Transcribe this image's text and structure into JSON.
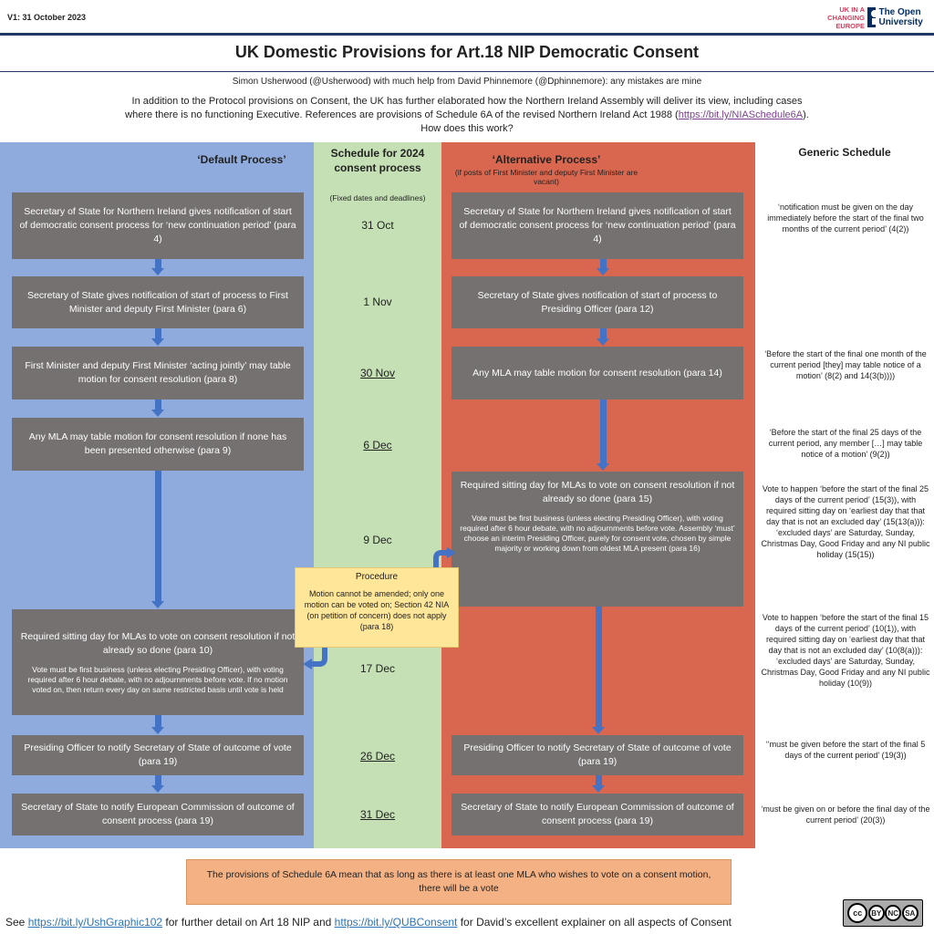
{
  "version": "V1: 31 October 2023",
  "logos": {
    "ukice": "UK IN A CHANGING EUROPE",
    "ou": "The Open University"
  },
  "title": "UK Domestic Provisions for Art.18 NIP Democratic Consent",
  "author": "Simon Usherwood (@Usherwood) with much help from David Phinnemore (@Dphinnemore):  any mistakes are mine",
  "intro": {
    "line1": "In addition to the Protocol provisions on Consent, the UK has further elaborated how the Northern Ireland Assembly will deliver its view, including cases",
    "line2a": "where there is no functioning Executive. References  are provisions of Schedule 6A of the revised Northern Ireland Act 1988 (",
    "link": "https://bit.ly/NIASchedule6A",
    "line2b": ").",
    "line3": "How does this work?"
  },
  "headers": {
    "default": "‘Default Process’",
    "schedule": "Schedule for 2024 consent process",
    "schedule_note": "(Fixed dates and deadlines)",
    "alternative": "‘Alternative Process’",
    "alternative_note": "(if posts of First Minister and deputy First Minister are vacant)",
    "generic": "Generic Schedule"
  },
  "default_steps": [
    {
      "text": "Secretary of State for Northern Ireland gives notification of start of democratic consent process for ‘new continuation period’ (para 4)"
    },
    {
      "text": "Secretary of State gives notification of start of process to First Minister and deputy First Minister (para 6)"
    },
    {
      "text": "First Minister and deputy First Minister ‘acting jointly’ may table motion for consent resolution (para 8)"
    },
    {
      "text": "Any MLA may table motion for consent resolution if none has been presented otherwise (para 9)"
    },
    {
      "text": "Required sitting day for MLAs to vote on consent resolution if not already so done (para 10)",
      "detail": "Vote must be first business (unless electing Presiding Officer), with voting required after 6 hour debate, with no adjournments before vote. If no motion voted on, then return every day on same restricted basis until vote is held"
    },
    {
      "text": "Presiding Officer to notify Secretary of State of outcome of vote (para 19)"
    },
    {
      "text": "Secretary of State to notify European Commission of outcome of consent process (para 19)"
    }
  ],
  "dates": [
    "31 Oct",
    "1 Nov",
    "30 Nov",
    "6 Dec",
    "9 Dec",
    "17 Dec",
    "26 Dec",
    "31 Dec"
  ],
  "alt_steps": [
    {
      "text": "Secretary of State for Northern Ireland gives notification of start of democratic consent process for ‘new continuation period’ (para 4)"
    },
    {
      "text": "Secretary of State gives notification of start of process to Presiding Officer (para 12)"
    },
    {
      "text": "Any MLA may table motion for consent resolution (para 14)"
    },
    {
      "text": "Required sitting day for MLAs to vote on consent resolution if not already so done (para 15)",
      "detail": "Vote must be first business (unless electing Presiding Officer), with voting required after 6 hour debate, with no adjournments before vote. Assembly ‘must’ choose an interim Presiding Officer, purely for consent vote, chosen by simple majority or working down from oldest MLA present (para 16)"
    },
    {
      "text": "Presiding Officer to notify Secretary of State of outcome of vote (para 19)"
    },
    {
      "text": "Secretary of State to notify European Commission of outcome of consent process (para 19)"
    }
  ],
  "generic": [
    "‘notification must be given on the day immediately before the start of the final two months of the current period’ (4(2))",
    "‘Before the start of the final one month of the current period [they] may table notice of a motion’ (8(2) and 14(3(b))))",
    "‘Before the start of the final 25 days of the current period, any member […] may table notice of a motion’ (9(2))",
    "Vote to happen ‘before the start of the final 25 days of the current period’ (15(3)), with required sitting day on ‘earliest day that that day that is not an excluded day’ (15(13(a))): ‘excluded days’ are Saturday, Sunday, Christmas Day, Good Friday and any NI public holiday (15(15))",
    "Vote to happen ‘before the start of the final 15 days of the current period’ (10(1)), with required sitting day on ‘earliest day that that day that is not an excluded day’ (10(8(a))): ‘excluded days’ are Saturday, Sunday, Christmas Day, Good Friday and any NI public holiday (10(9))",
    "‘‘must be given before the start of the final 5 days of the current period’ (19(3))",
    "‘must be given on or before the final day of the current period’ (20(3))"
  ],
  "procedure": {
    "title": "Procedure",
    "text": "Motion cannot be amended; only one motion can be voted on; Section 42 NIA (on petition of concern) does not apply (para 18)"
  },
  "summary": "The provisions of Schedule 6A mean that as long as there is at least one MLA who wishes to vote on a consent motion, there will be a vote",
  "footer": {
    "see": "See ",
    "link1": "https://bit.ly/UshGraphic102",
    "mid": " for further detail on Art 18 NIP and ",
    "link2": "https://bit.ly/QUBConsent",
    "end": " for David’s excellent explainer on all aspects of Consent"
  },
  "license": {
    "cc": "cc",
    "by": "BY",
    "nc": "NC",
    "sa": "SA"
  },
  "colors": {
    "default_col": "#8faadc",
    "schedule_col": "#c5e0b4",
    "alt_col": "#d96750",
    "box": "#757171",
    "arrow": "#4472c4",
    "procedure": "#ffe699",
    "summary": "#f4b183"
  }
}
